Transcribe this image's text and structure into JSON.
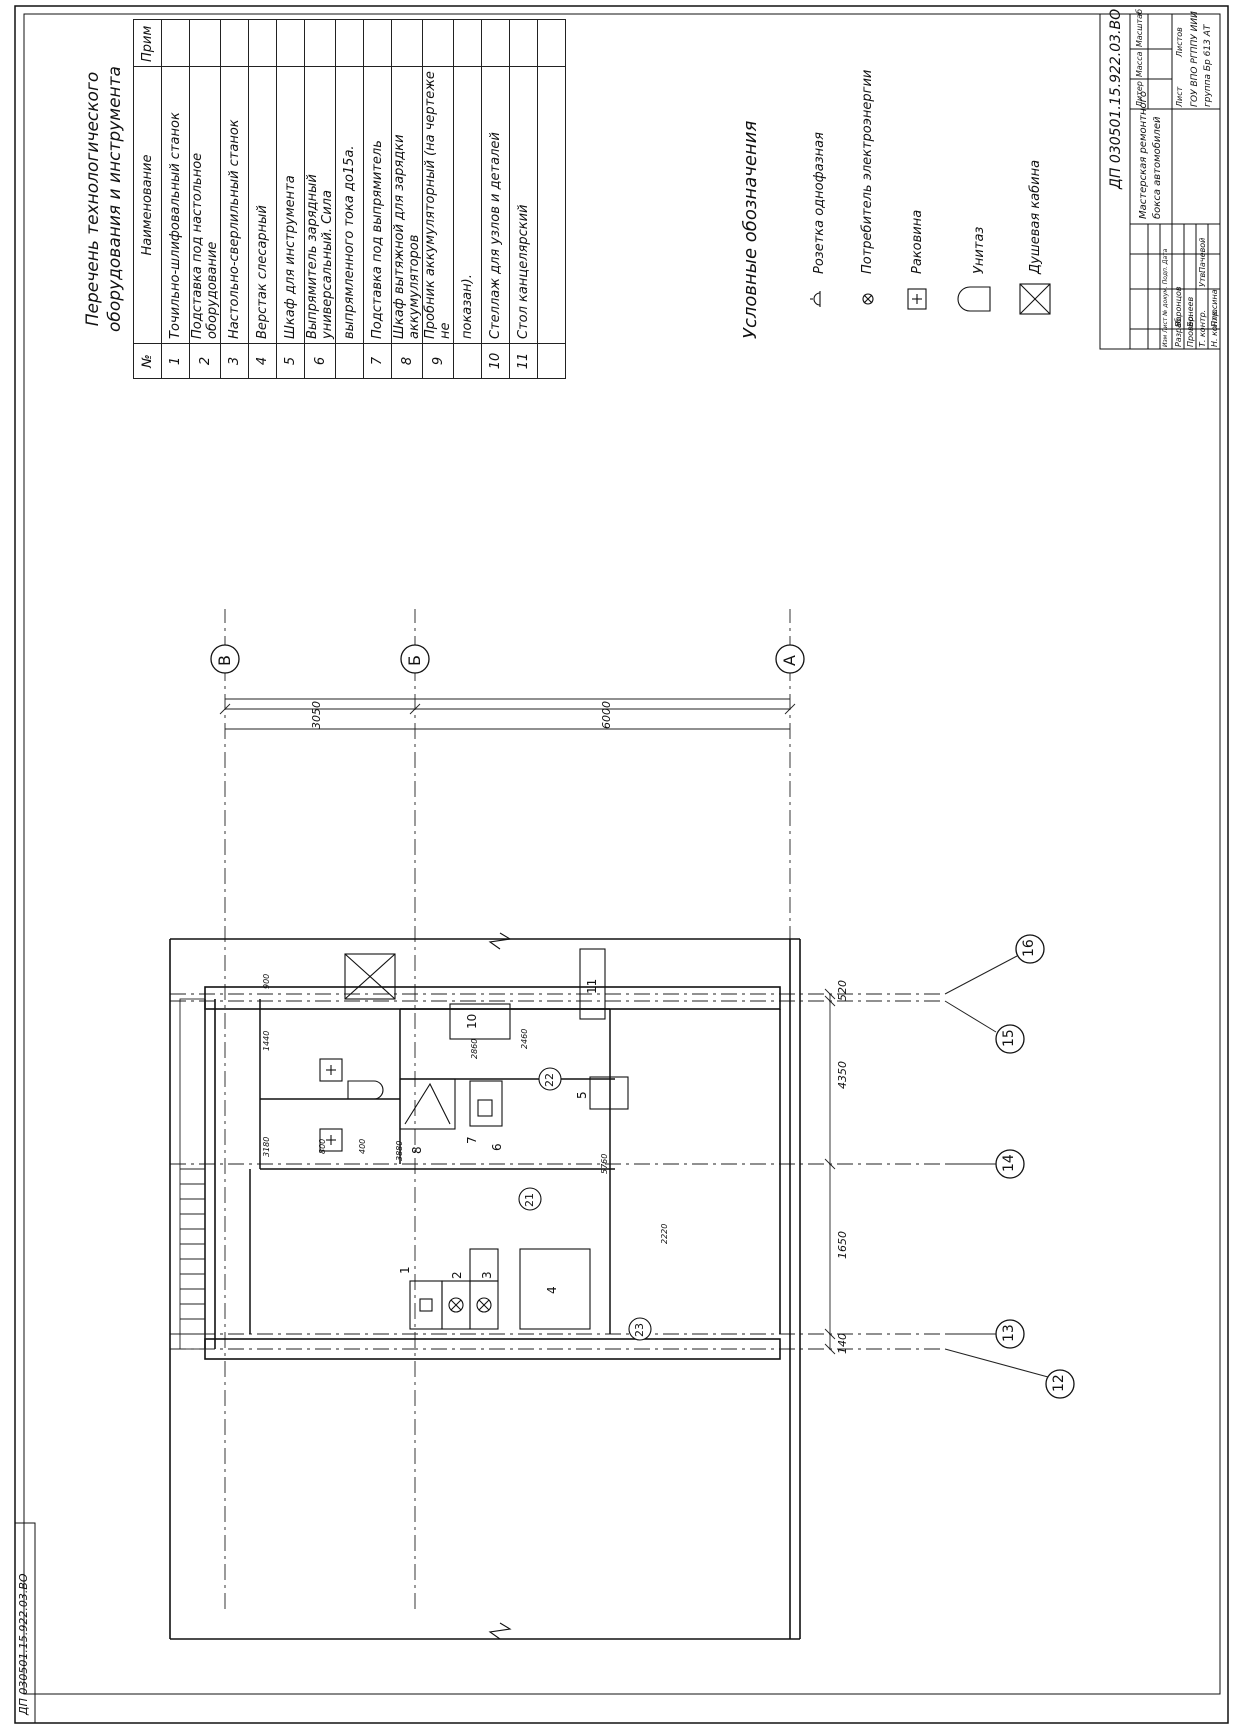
{
  "equipment_list": {
    "title": "Перечень технологического оборудования и инструмента",
    "headers": {
      "no": "№",
      "name": "Наименование",
      "note": "Прим"
    },
    "rows": [
      {
        "no": "1",
        "name": "Точильно-шлифовальный станок"
      },
      {
        "no": "2",
        "name": "Подставка под настольное оборудование"
      },
      {
        "no": "3",
        "name": "Настольно-сверлильный станок"
      },
      {
        "no": "4",
        "name": "Верстак слесарный"
      },
      {
        "no": "5",
        "name": "Шкаф для инструмента"
      },
      {
        "no": "6",
        "name": "Выпрямитель зарядный универсальный. Сила"
      },
      {
        "no": "",
        "name": "выпрямленного тока до15а."
      },
      {
        "no": "7",
        "name": "Подставка под выпрямитель"
      },
      {
        "no": "8",
        "name": "Шкаф вытяжной для зарядки аккумуляторов"
      },
      {
        "no": "9",
        "name": "Пробник аккумуляторный (на чертеже не"
      },
      {
        "no": "",
        "name": "показан)."
      },
      {
        "no": "10",
        "name": "Стеллаж для узлов и деталей"
      },
      {
        "no": "11",
        "name": "Стол канцелярский"
      },
      {
        "no": "",
        "name": ""
      }
    ]
  },
  "legend": {
    "title": "Условные обозначения",
    "items": [
      {
        "icon": "socket-icon",
        "label": "Розетка однофазная"
      },
      {
        "icon": "power-consumer-icon",
        "label": "Потребитель электроэнергии"
      },
      {
        "icon": "sink-icon",
        "label": "Раковина"
      },
      {
        "icon": "toilet-icon",
        "label": "Унитаз"
      },
      {
        "icon": "shower-cabin-icon",
        "label": "Душевая кабина"
      }
    ]
  },
  "plan": {
    "axes_letters": [
      "В",
      "Б",
      "А"
    ],
    "axes_numbers": [
      "12",
      "13",
      "14",
      "15",
      "16"
    ],
    "dims_vertical": [
      "3050",
      "6000"
    ],
    "dims_horizontal": [
      "140",
      "1650",
      "4350",
      "520"
    ],
    "inner_dims": [
      "900",
      "1440",
      "3180",
      "800",
      "400",
      "3880",
      "2860",
      "2460",
      "5760",
      "2220"
    ],
    "room_numbers": [
      "21",
      "22",
      "23"
    ],
    "equipment_numbers": [
      "1",
      "2",
      "3",
      "4",
      "5",
      "6",
      "7",
      "8",
      "10",
      "11"
    ]
  },
  "title_block": {
    "code": "ДП 030501.15.922.03.ВО",
    "title_line1": "Мастерская ремонтного",
    "title_line2": "бокса автомобилей",
    "col_litera": "Литер",
    "col_mass": "Масса",
    "col_scale": "Масштаб",
    "sheet": "Лист",
    "sheets": "Листов",
    "org_line1": "ГОУ ВПО РГППУ ИИИ",
    "org_line2": "группа Бр 613 АТ",
    "header_row": "Изм Лист № докум. Подп. Дата",
    "roles": [
      {
        "role": "Разраб.",
        "name": "Воронцов"
      },
      {
        "role": "Провер.",
        "name": "Бонеев"
      },
      {
        "role": "Т. контр.",
        "name": ""
      },
      {
        "role": "Н. контр.",
        "name": "Плюсина"
      },
      {
        "role": "Утв.",
        "name": "Пачевой"
      }
    ]
  },
  "margin_stamp": "ДП 030501.15.922.03.ВО"
}
